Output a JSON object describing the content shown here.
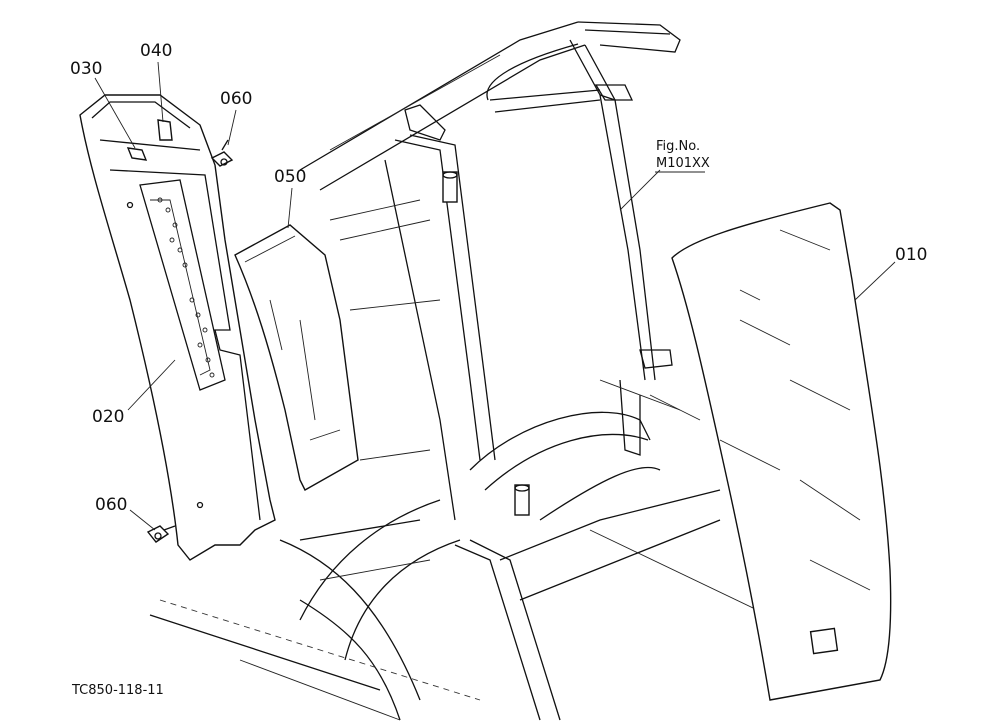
{
  "callouts": {
    "p010": "010",
    "p020": "020",
    "p030": "030",
    "p040": "040",
    "p050": "050",
    "p060_top": "060",
    "p060_bottom": "060"
  },
  "figure_ref": {
    "line1": "Fig.No.",
    "line2": "M101XX"
  },
  "drawing_code": "TC850-118-11"
}
